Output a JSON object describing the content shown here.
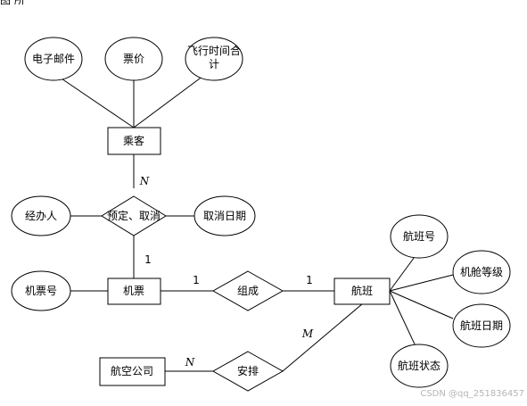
{
  "header_cut_text": "图    所",
  "diagram": {
    "entities": {
      "passenger": "乘客",
      "ticket": "机票",
      "flight": "航班",
      "airline": "航空公司"
    },
    "relationships": {
      "reserve_cancel": "预定、取消",
      "compose": "组成",
      "arrange": "安排"
    },
    "attributes": {
      "email": "电子邮件",
      "fare": "票价",
      "flight_time_line1": "飞行时间合",
      "flight_time_line2": "计",
      "agent": "经办人",
      "cancel_date": "取消日期",
      "ticket_no": "机票号",
      "flight_no": "航班号",
      "cabin_class": "机舱等级",
      "flight_date": "航班日期",
      "flight_status": "航班状态"
    },
    "cardinalities": {
      "passenger_reserve": "N",
      "ticket_reserve": "1",
      "ticket_compose": "1",
      "compose_flight": "1",
      "flight_arrange": "M",
      "airline_arrange": "N"
    }
  },
  "watermark": "CSDN @qq_251836457"
}
